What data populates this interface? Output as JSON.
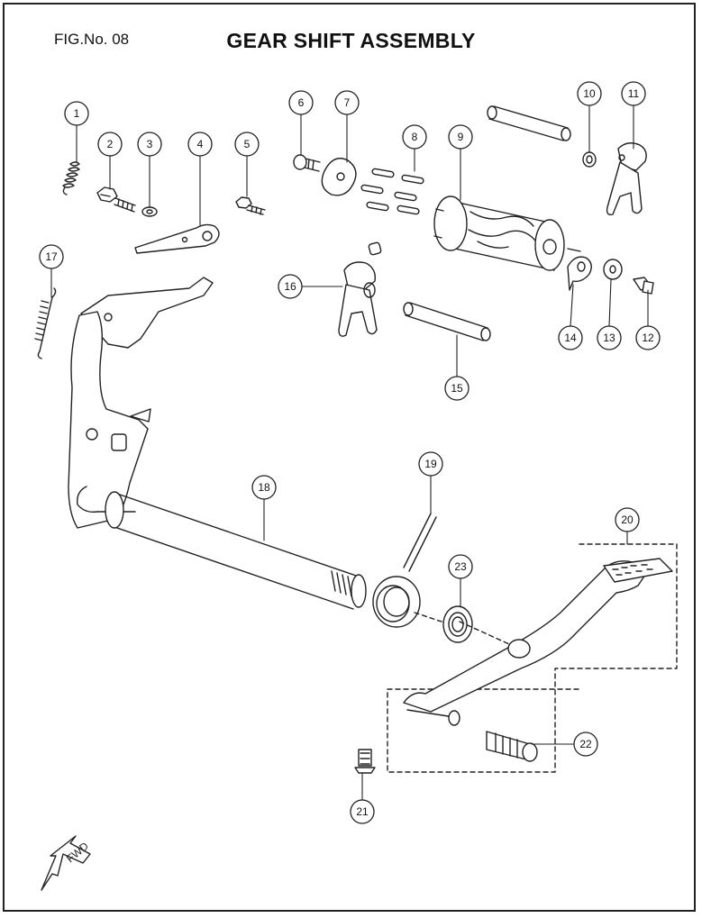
{
  "header": {
    "fig_no": "FIG.No. 08",
    "title": "GEAR SHIFT ASSEMBLY"
  },
  "callouts": [
    "1",
    "2",
    "3",
    "4",
    "5",
    "6",
    "7",
    "8",
    "9",
    "10",
    "11",
    "12",
    "13",
    "14",
    "15",
    "16",
    "17",
    "18",
    "19",
    "20",
    "21",
    "22",
    "23"
  ],
  "fwd_label": "FWD"
}
